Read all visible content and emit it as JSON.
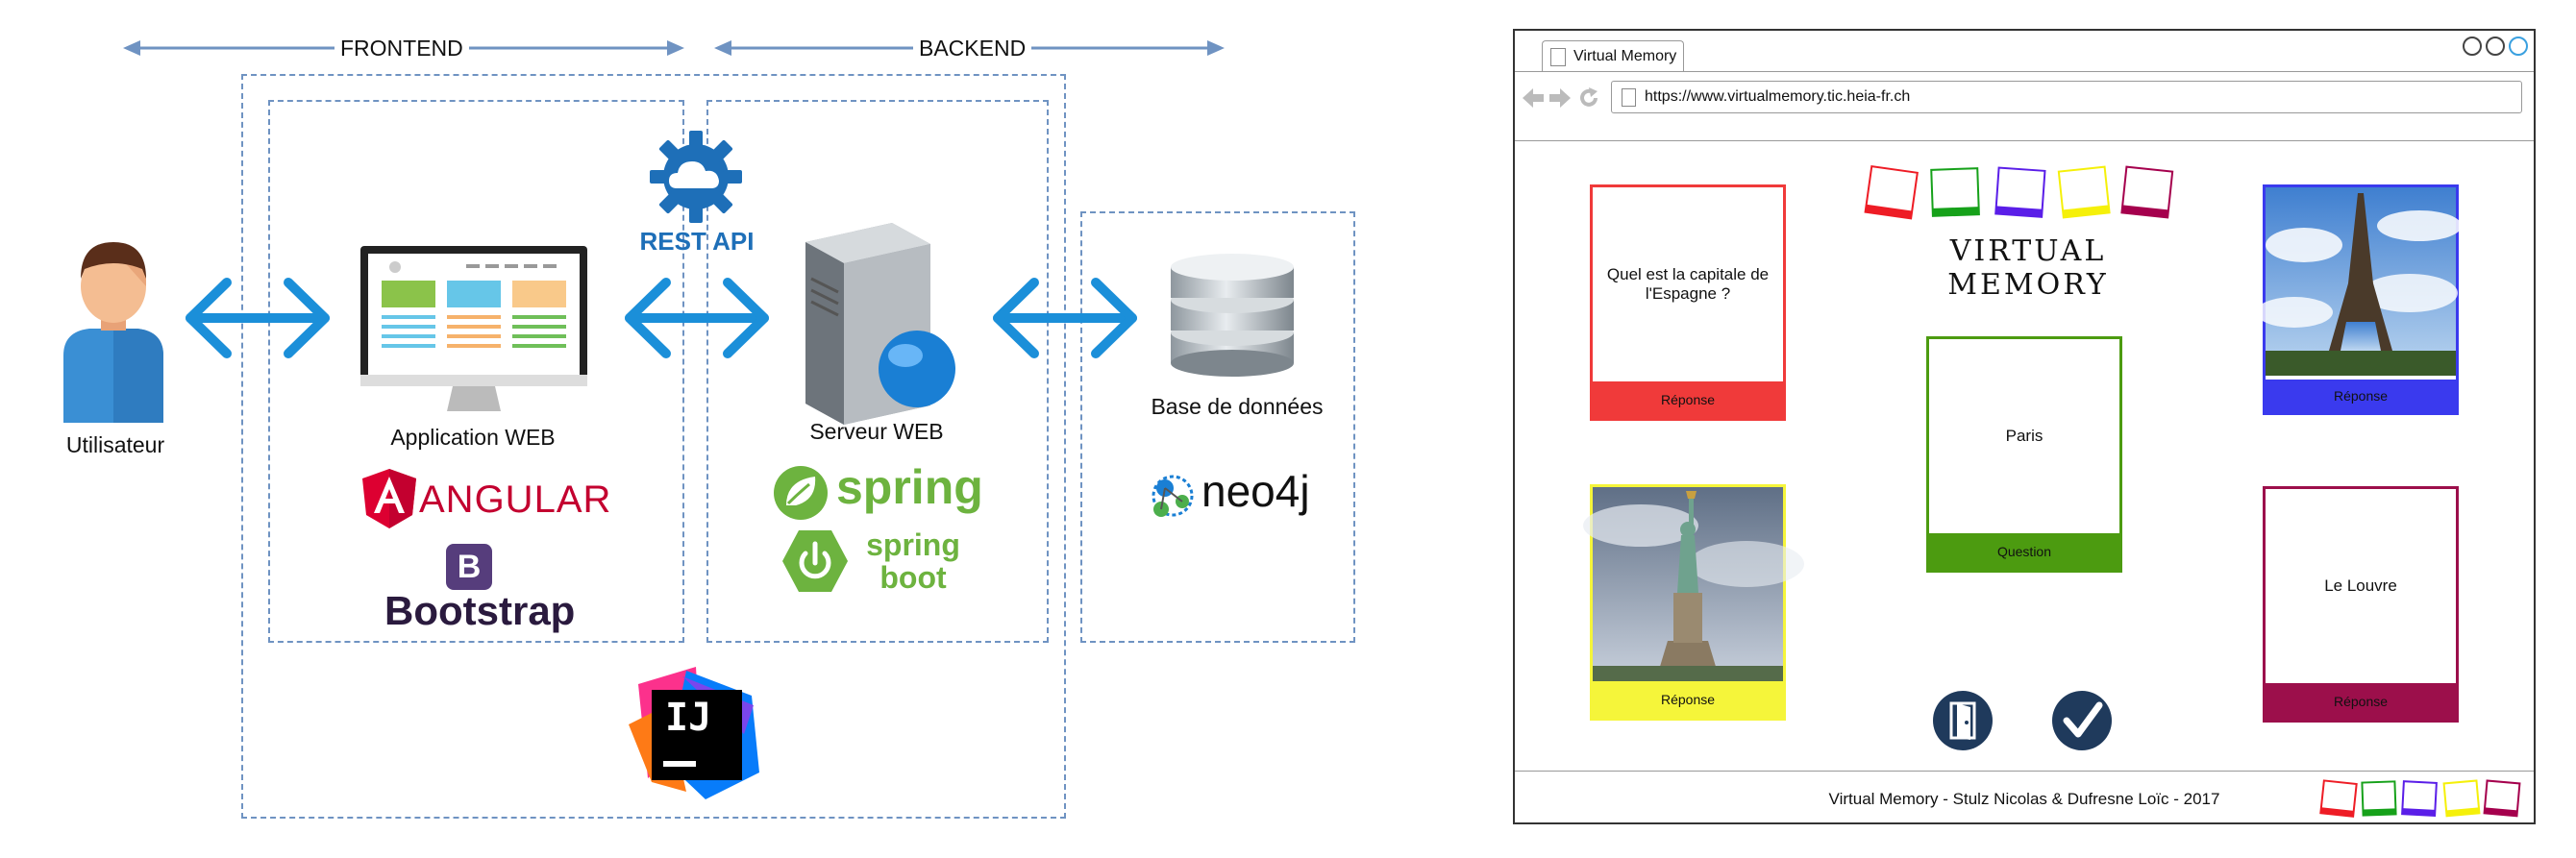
{
  "architecture": {
    "frontend_label": "FRONTEND",
    "backend_label": "BACKEND",
    "user_label": "Utilisateur",
    "app_web_label": "Application WEB",
    "rest_api_label": "REST API",
    "server_label": "Serveur WEB",
    "db_label": "Base de données",
    "angular_logo_text": "ANGULAR",
    "bootstrap_logo_text": "Bootstrap",
    "spring_logo_text": "spring",
    "spring_boot_logo_text": "spring boot",
    "neo4j_logo_text": "neo4j",
    "intellij_logo_text": "IJ",
    "arrow_color": "#1b8fd9",
    "dash_color": "#6f93c2"
  },
  "mockup": {
    "tab_title": "Virtual Memory",
    "url": "https://www.virtualmemory.tic.heia-fr.ch",
    "logo_text": "VIRTUAL MEMORY",
    "logo_colors": [
      "#ee1c25",
      "#16a11a",
      "#5a1ee8",
      "#f5f00a",
      "#a5004d"
    ],
    "cards": [
      {
        "id": "top-left",
        "text": "Quel est la capitale de l'Espagne ?",
        "footer": "Réponse",
        "color": "#f03a3a"
      },
      {
        "id": "center",
        "text": "Paris",
        "footer": "Question",
        "color": "#4c9b10"
      },
      {
        "id": "top-right",
        "image": "eiffel-tower",
        "footer": "Réponse",
        "color": "#3a3aee"
      },
      {
        "id": "bottom-left",
        "image": "statue-of-liberty",
        "footer": "Réponse",
        "color": "#f5f53a"
      },
      {
        "id": "bottom-right",
        "text": "Le Louvre",
        "footer": "Réponse",
        "color": "#9c0f4b"
      }
    ],
    "buttons": {
      "exit_icon": "door-exit-icon",
      "validate_icon": "checkmark-icon",
      "color": "#1f3a5c"
    },
    "footer_text": "Virtual Memory - Stulz Nicolas & Dufresne Loïc - 2017"
  }
}
